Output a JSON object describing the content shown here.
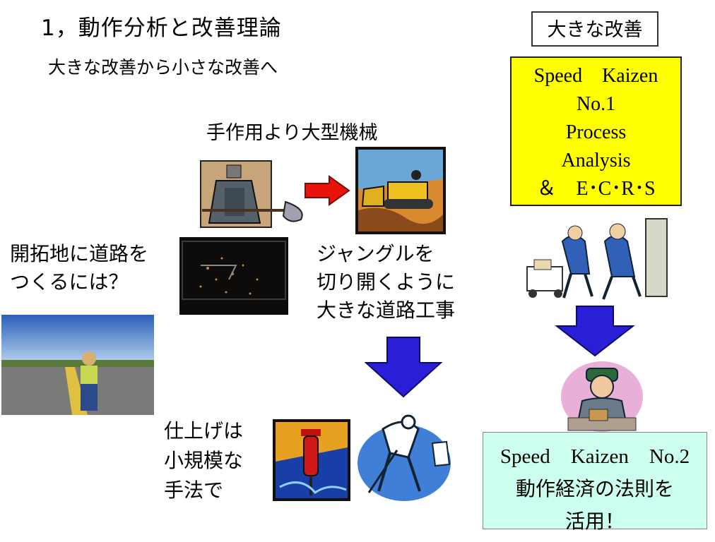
{
  "title": "1，動作分析と改善理論",
  "subtitle": "大きな改善から小さな改善へ",
  "badge_top": "大きな改善",
  "box_no1": {
    "line1": "Speed　Kaizen",
    "line2": "No.1",
    "line3": "Process",
    "line4": "Analysis",
    "line5": "＆　E･C･R･S"
  },
  "box_no2": {
    "line1": "Speed　Kaizen　No.2",
    "line2": "動作経済の法則を",
    "line3": "活用！"
  },
  "label_machine": "手作用より大型機械",
  "label_road": {
    "line1": "開拓地に道路を",
    "line2": "つくるには？"
  },
  "label_jungle": {
    "line1": "ジャングルを",
    "line2": "切り開くように",
    "line3": "大きな道路工事"
  },
  "label_finish": {
    "line1": "仕上げは",
    "line2": "小規模な",
    "line3": "手法で"
  },
  "colors": {
    "yellow_box": "#ffff00",
    "green_box": "#ccffee",
    "blue_arrow": "#2a1fd6",
    "red_arrow": "#e8140a"
  }
}
